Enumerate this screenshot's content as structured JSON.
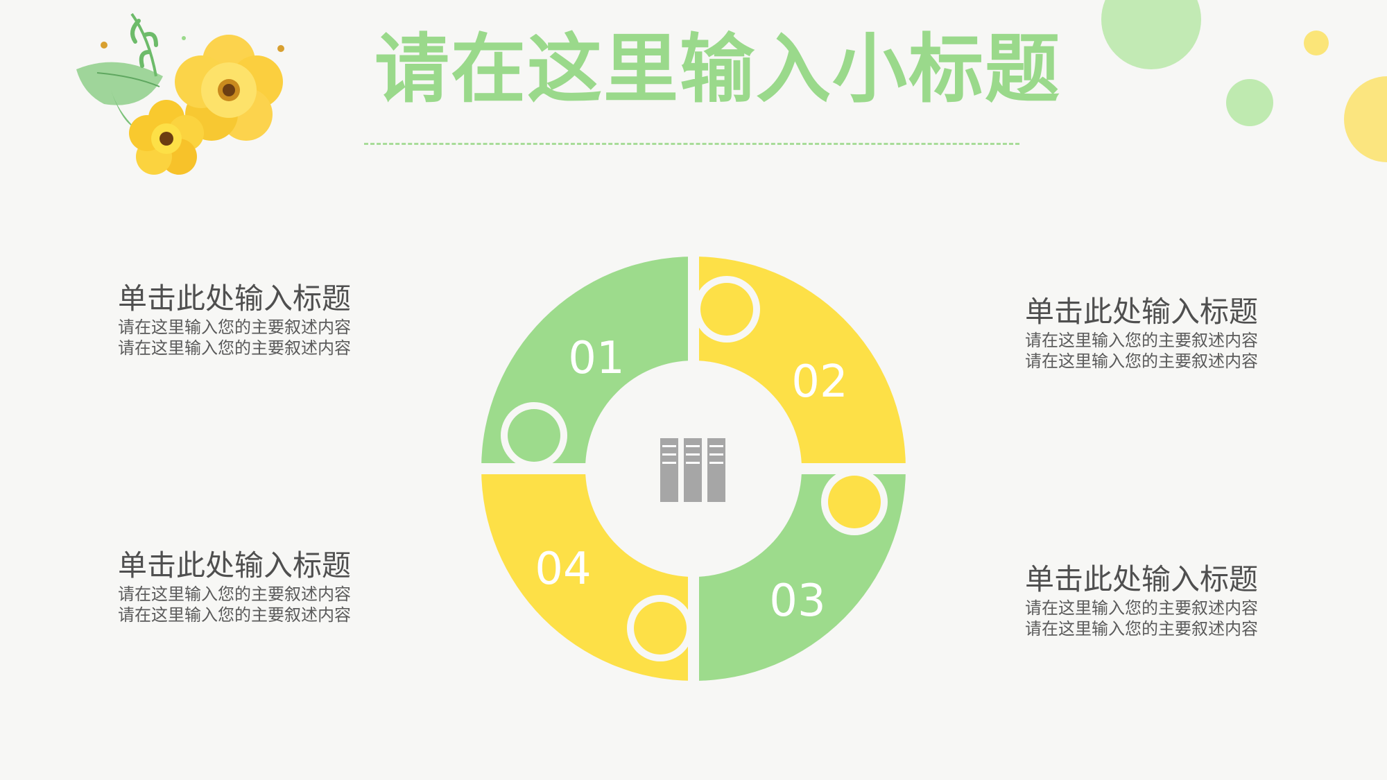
{
  "slide": {
    "title": "请在这里输入小标题"
  },
  "blocks": [
    {
      "heading": "单击此处输入标题",
      "lines": [
        "请在这里输入您的主要叙述内容",
        "请在这里输入您的主要叙述内容"
      ]
    },
    {
      "heading": "单击此处输入标题",
      "lines": [
        "请在这里输入您的主要叙述内容",
        "请在这里输入您的主要叙述内容"
      ]
    },
    {
      "heading": "单击此处输入标题",
      "lines": [
        "请在这里输入您的主要叙述内容",
        "请在这里输入您的主要叙述内容"
      ]
    },
    {
      "heading": "单击此处输入标题",
      "lines": [
        "请在这里输入您的主要叙述内容",
        "请在这里输入您的主要叙述内容"
      ]
    }
  ],
  "puzzle": {
    "segments": [
      {
        "label": "01",
        "color": "#9ddb8c"
      },
      {
        "label": "02",
        "color": "#fde047"
      },
      {
        "label": "03",
        "color": "#9ddb8c"
      },
      {
        "label": "04",
        "color": "#fde047"
      }
    ],
    "center_icon": "server-rack-icon",
    "icon_color": "#a6a6a6"
  },
  "decor": {
    "flower_icon": "watercolor-flower-icon",
    "dots_icon": "decorative-dots-icon",
    "colors": {
      "green": "#b5e6a5",
      "yellow": "#fbe26a",
      "title": "#9ad98b"
    }
  }
}
